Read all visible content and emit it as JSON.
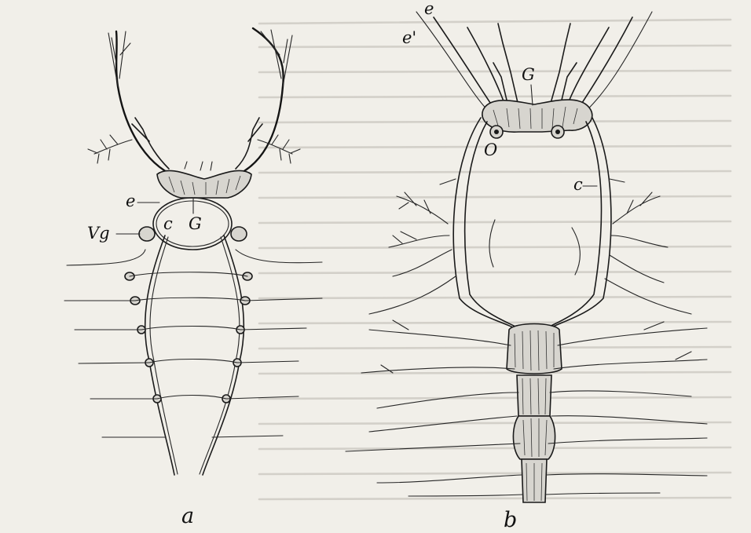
{
  "figure_a": {
    "caption": "a",
    "labels": {
      "e": "e",
      "c": "c",
      "G": "G",
      "Vg": "Vg"
    }
  },
  "figure_b": {
    "caption": "b",
    "labels": {
      "e_top": "e",
      "e_prime": "e'",
      "G": "G",
      "O": "O",
      "c": "c"
    }
  }
}
